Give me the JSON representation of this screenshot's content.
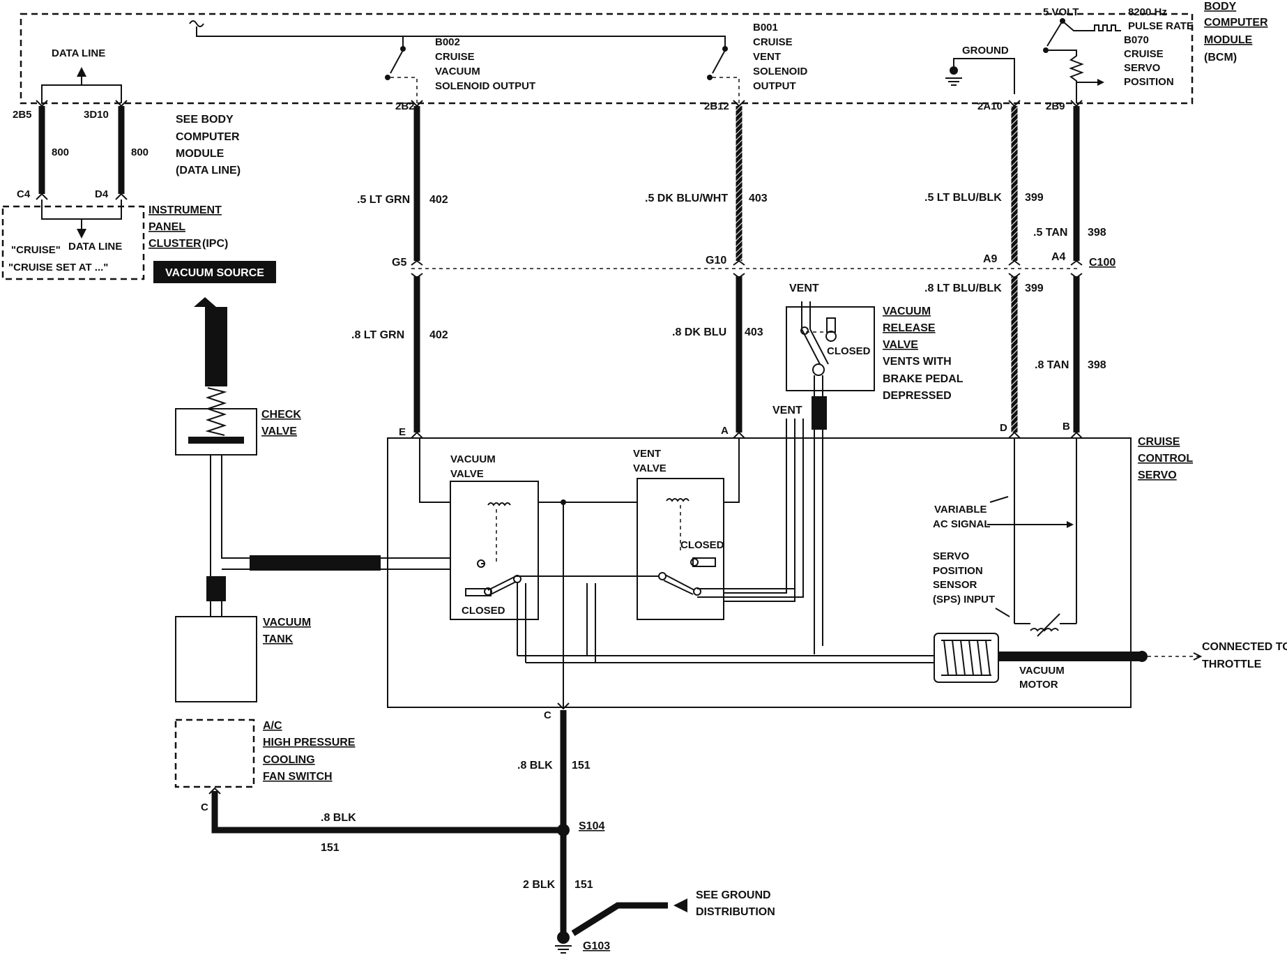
{
  "bcm": {
    "title_lines": [
      "BODY",
      "COMPUTER",
      "MODULE"
    ],
    "abbr": "(BCM)"
  },
  "bcm_sections": {
    "b002": [
      "B002",
      "CRUISE",
      "VACUUM",
      "SOLENOID OUTPUT"
    ],
    "b001": [
      "B001",
      "CRUISE",
      "VENT",
      "SOLENOID",
      "OUTPUT"
    ],
    "ground": "GROUND",
    "five_volt": "5 VOLT",
    "pulse": [
      "8200 Hz",
      "PULSE RATE"
    ],
    "b070": [
      "B070",
      "CRUISE",
      "SERVO",
      "POSITION"
    ]
  },
  "data_line": {
    "top_label": "DATA LINE",
    "see_bcm": [
      "SEE BODY",
      "COMPUTER",
      "MODULE",
      "(DATA LINE)"
    ],
    "pins_top": [
      "2B5",
      "3D10"
    ],
    "wire": "800",
    "pins_bottom": [
      "C4",
      "D4"
    ]
  },
  "ipc": {
    "title_lines": [
      "INSTRUMENT",
      "PANEL",
      "CLUSTER"
    ],
    "abbr": "(IPC)",
    "data_line": "DATA LINE",
    "msg1": "\"CRUISE\"",
    "msg2": "\"CRUISE SET AT ...\""
  },
  "vacuum_source": "VACUUM SOURCE",
  "check_valve": [
    "CHECK",
    "VALVE"
  ],
  "vacuum_tank": [
    "VACUUM",
    "TANK"
  ],
  "ac_switch": [
    "A/C",
    "HIGH PRESSURE",
    "COOLING",
    "FAN SWITCH"
  ],
  "circuits": {
    "c402": {
      "pin_top": "2B2",
      "upper_wire": ".5 LT GRN",
      "num": "402",
      "conn": "G5",
      "lower_wire": ".8 LT GRN",
      "servo_pin": "E"
    },
    "c403": {
      "pin_top": "2B12",
      "upper_wire": ".5 DK BLU/WHT",
      "num": "403",
      "conn": "G10",
      "lower_wire": ".8 DK BLU",
      "servo_pin": "A"
    },
    "c399": {
      "pin_top": "2A10",
      "upper_wire": ".5 LT BLU/BLK",
      "num": "399",
      "conn": "A9",
      "lower_wire": ".8 LT BLU/BLK",
      "servo_pin": "D"
    },
    "c398": {
      "pin_top": "2B9",
      "upper_wire": ".5 TAN",
      "num": "398",
      "conn": "A4",
      "lower_wire": ".8 TAN",
      "servo_pin": "B"
    }
  },
  "c100": "C100",
  "vacuum_release": {
    "vent": "VENT",
    "title_lines": [
      "VACUUM",
      "RELEASE",
      "VALVE"
    ],
    "desc_lines": [
      "VENTS WITH",
      "BRAKE PEDAL",
      "DEPRESSED"
    ],
    "closed": "CLOSED",
    "vent2": "VENT"
  },
  "servo": {
    "title_lines": [
      "CRUISE",
      "CONTROL",
      "SERVO"
    ],
    "vacuum_valve": [
      "VACUUM",
      "VALVE"
    ],
    "vent_valve": [
      "VENT",
      "VALVE"
    ],
    "closed_a": "CLOSED",
    "closed_b": "CLOSED",
    "variable": [
      "VARIABLE",
      "AC SIGNAL"
    ],
    "sps": [
      "SERVO",
      "POSITION",
      "SENSOR",
      "(SPS) INPUT"
    ],
    "vacuum_motor": [
      "VACUUM",
      "MOTOR"
    ],
    "connected": [
      "CONNECTED TO",
      "THROTTLE"
    ],
    "pin_c": "C"
  },
  "ground": {
    "wire1": ".8 BLK",
    "num": "151",
    "splice": "S104",
    "ac_pin": "C",
    "ac_wire": ".8 BLK",
    "ac_num": "151",
    "wire2": "2 BLK",
    "num2": "151",
    "see_ground": [
      "SEE GROUND",
      "DISTRIBUTION"
    ],
    "gnd": "G103"
  }
}
